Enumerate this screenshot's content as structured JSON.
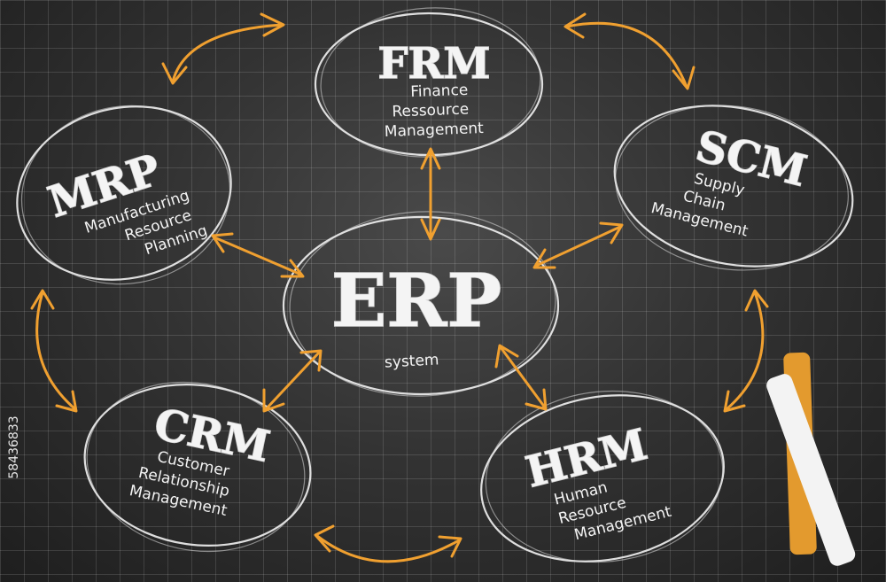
{
  "center": {
    "acronym": "ERP",
    "lines": [
      "system"
    ]
  },
  "modules": [
    {
      "id": "frm",
      "acronym": "FRM",
      "lines": [
        "Finance",
        "Ressource",
        "Management"
      ]
    },
    {
      "id": "scm",
      "acronym": "SCM",
      "lines": [
        "Supply",
        "Chain",
        "Management"
      ]
    },
    {
      "id": "hrm",
      "acronym": "HRM",
      "lines": [
        "Human",
        "Resource",
        "Management"
      ]
    },
    {
      "id": "crm",
      "acronym": "CRM",
      "lines": [
        "Customer",
        "Relationship",
        "Management"
      ]
    },
    {
      "id": "mrp",
      "acronym": "MRP",
      "lines": [
        "Manufacturing",
        "Resource",
        "Planning"
      ]
    }
  ],
  "stock_id": "58436833",
  "colors": {
    "chalk": "#f2f2f2",
    "arrow": "#f0a030",
    "board": "#2b2b2b"
  }
}
